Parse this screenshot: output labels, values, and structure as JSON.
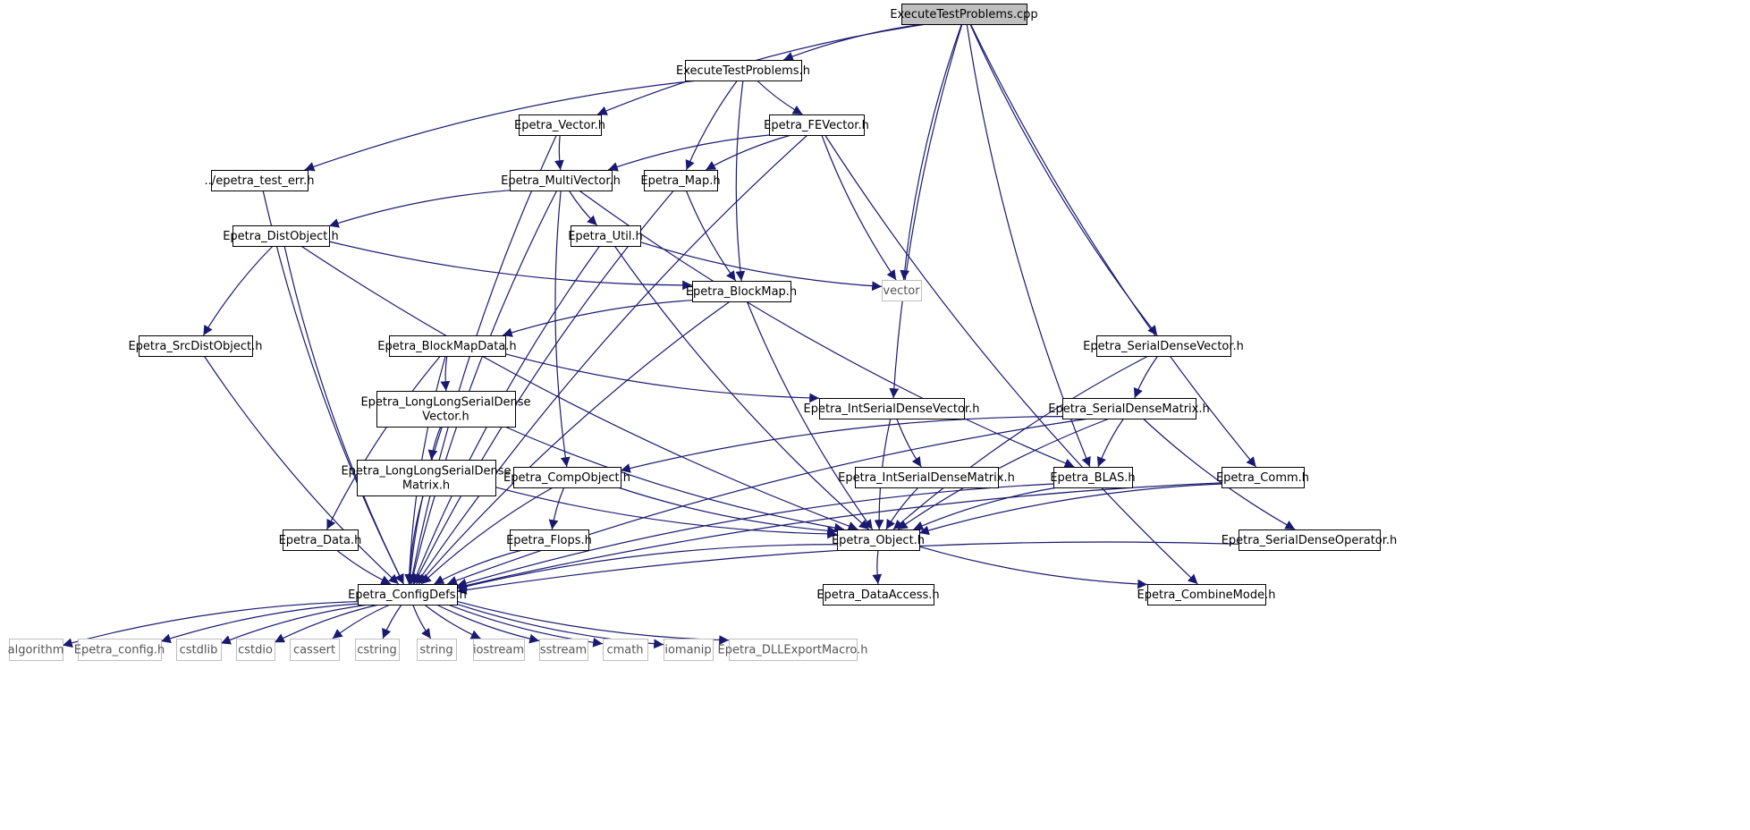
{
  "diagram": {
    "type": "include-dependency-graph",
    "colors": {
      "edge": "#191970",
      "root_fill": "#bfbfbf",
      "node_border": "#000000",
      "external_border": "#bfbfbf",
      "background": "#ffffff"
    },
    "nodes": [
      {
        "id": "root",
        "label": "ExecuteTestProblems.cpp",
        "kind": "root"
      },
      {
        "id": "etp",
        "label": "ExecuteTestProblems.h",
        "kind": "header"
      },
      {
        "id": "vec",
        "label": "Epetra_Vector.h",
        "kind": "header"
      },
      {
        "id": "fev",
        "label": "Epetra_FEVector.h",
        "kind": "header"
      },
      {
        "id": "err",
        "label": "../epetra_test_err.h",
        "kind": "header"
      },
      {
        "id": "mv",
        "label": "Epetra_MultiVector.h",
        "kind": "header"
      },
      {
        "id": "map",
        "label": "Epetra_Map.h",
        "kind": "header"
      },
      {
        "id": "dist",
        "label": "Epetra_DistObject.h",
        "kind": "header"
      },
      {
        "id": "util",
        "label": "Epetra_Util.h",
        "kind": "header"
      },
      {
        "id": "vector",
        "label": "vector",
        "kind": "external"
      },
      {
        "id": "bmap",
        "label": "Epetra_BlockMap.h",
        "kind": "header"
      },
      {
        "id": "src",
        "label": "Epetra_SrcDistObject.h",
        "kind": "header"
      },
      {
        "id": "bmd",
        "label": "Epetra_BlockMapData.h",
        "kind": "header"
      },
      {
        "id": "sdv",
        "label": "Epetra_SerialDenseVector.h",
        "kind": "header"
      },
      {
        "id": "llsdv",
        "label": "Epetra_LongLongSerialDense Vector.h",
        "kind": "header"
      },
      {
        "id": "isdv",
        "label": "Epetra_IntSerialDenseVector.h",
        "kind": "header"
      },
      {
        "id": "sdm",
        "label": "Epetra_SerialDenseMatrix.h",
        "kind": "header"
      },
      {
        "id": "llsdm",
        "label": "Epetra_LongLongSerialDense Matrix.h",
        "kind": "header"
      },
      {
        "id": "comp",
        "label": "Epetra_CompObject.h",
        "kind": "header"
      },
      {
        "id": "isdm",
        "label": "Epetra_IntSerialDenseMatrix.h",
        "kind": "header"
      },
      {
        "id": "blas",
        "label": "Epetra_BLAS.h",
        "kind": "header"
      },
      {
        "id": "comm",
        "label": "Epetra_Comm.h",
        "kind": "header"
      },
      {
        "id": "data",
        "label": "Epetra_Data.h",
        "kind": "header"
      },
      {
        "id": "flops",
        "label": "Epetra_Flops.h",
        "kind": "header"
      },
      {
        "id": "obj",
        "label": "Epetra_Object.h",
        "kind": "header"
      },
      {
        "id": "sdo",
        "label": "Epetra_SerialDenseOperator.h",
        "kind": "header"
      },
      {
        "id": "cfg",
        "label": "Epetra_ConfigDefs.h",
        "kind": "header"
      },
      {
        "id": "da",
        "label": "Epetra_DataAccess.h",
        "kind": "header"
      },
      {
        "id": "cm",
        "label": "Epetra_CombineMode.h",
        "kind": "header"
      },
      {
        "id": "algorithm",
        "label": "algorithm",
        "kind": "external"
      },
      {
        "id": "config",
        "label": "Epetra_config.h",
        "kind": "external"
      },
      {
        "id": "cstdlib",
        "label": "cstdlib",
        "kind": "external"
      },
      {
        "id": "cstdio",
        "label": "cstdio",
        "kind": "external"
      },
      {
        "id": "cassert",
        "label": "cassert",
        "kind": "external"
      },
      {
        "id": "cstring",
        "label": "cstring",
        "kind": "external"
      },
      {
        "id": "string",
        "label": "string",
        "kind": "external"
      },
      {
        "id": "iostream",
        "label": "iostream",
        "kind": "external"
      },
      {
        "id": "sstream",
        "label": "sstream",
        "kind": "external"
      },
      {
        "id": "cmath",
        "label": "cmath",
        "kind": "external"
      },
      {
        "id": "iomanip",
        "label": "iomanip",
        "kind": "external"
      },
      {
        "id": "dll",
        "label": "Epetra_DLLExportMacro.h",
        "kind": "external"
      }
    ],
    "edges": [
      [
        "root",
        "etp"
      ],
      [
        "root",
        "vec"
      ],
      [
        "root",
        "vector"
      ],
      [
        "root",
        "isdv"
      ],
      [
        "root",
        "blas"
      ],
      [
        "root",
        "sdv"
      ],
      [
        "root",
        "comm"
      ],
      [
        "etp",
        "err"
      ],
      [
        "etp",
        "map"
      ],
      [
        "etp",
        "fev"
      ],
      [
        "etp",
        "bmap"
      ],
      [
        "vec",
        "mv"
      ],
      [
        "vec",
        "cfg"
      ],
      [
        "fev",
        "mv"
      ],
      [
        "fev",
        "map"
      ],
      [
        "fev",
        "vector"
      ],
      [
        "fev",
        "cfg"
      ],
      [
        "fev",
        "cm"
      ],
      [
        "err",
        "cfg"
      ],
      [
        "mv",
        "dist"
      ],
      [
        "mv",
        "util"
      ],
      [
        "mv",
        "comp"
      ],
      [
        "mv",
        "blas"
      ],
      [
        "mv",
        "cfg"
      ],
      [
        "map",
        "bmap"
      ],
      [
        "map",
        "cfg"
      ],
      [
        "dist",
        "src"
      ],
      [
        "dist",
        "bmap"
      ],
      [
        "dist",
        "obj"
      ],
      [
        "dist",
        "cfg"
      ],
      [
        "util",
        "vector"
      ],
      [
        "util",
        "obj"
      ],
      [
        "util",
        "cfg"
      ],
      [
        "bmap",
        "bmd"
      ],
      [
        "bmap",
        "obj"
      ],
      [
        "bmap",
        "cfg"
      ],
      [
        "src",
        "cfg"
      ],
      [
        "bmd",
        "llsdv"
      ],
      [
        "bmd",
        "isdv"
      ],
      [
        "bmd",
        "data"
      ],
      [
        "bmd",
        "cfg"
      ],
      [
        "llsdv",
        "llsdm"
      ],
      [
        "llsdv",
        "obj"
      ],
      [
        "llsdv",
        "cfg"
      ],
      [
        "llsdm",
        "obj"
      ],
      [
        "llsdm",
        "cfg"
      ],
      [
        "isdv",
        "isdm"
      ],
      [
        "isdv",
        "obj"
      ],
      [
        "isdm",
        "obj"
      ],
      [
        "sdv",
        "sdm"
      ],
      [
        "sdv",
        "obj"
      ],
      [
        "sdm",
        "comp"
      ],
      [
        "sdm",
        "blas"
      ],
      [
        "sdm",
        "obj"
      ],
      [
        "sdm",
        "sdo"
      ],
      [
        "sdm",
        "cfg"
      ],
      [
        "comp",
        "flops"
      ],
      [
        "comp",
        "obj"
      ],
      [
        "comp",
        "cfg"
      ],
      [
        "blas",
        "obj"
      ],
      [
        "blas",
        "cfg"
      ],
      [
        "comm",
        "obj"
      ],
      [
        "comm",
        "cfg"
      ],
      [
        "data",
        "cfg"
      ],
      [
        "flops",
        "cfg"
      ],
      [
        "obj",
        "cfg"
      ],
      [
        "obj",
        "da"
      ],
      [
        "obj",
        "cm"
      ],
      [
        "sdo",
        "cfg"
      ],
      [
        "cfg",
        "algorithm"
      ],
      [
        "cfg",
        "config"
      ],
      [
        "cfg",
        "cstdlib"
      ],
      [
        "cfg",
        "cstdio"
      ],
      [
        "cfg",
        "cassert"
      ],
      [
        "cfg",
        "cstring"
      ],
      [
        "cfg",
        "string"
      ],
      [
        "cfg",
        "iostream"
      ],
      [
        "cfg",
        "sstream"
      ],
      [
        "cfg",
        "cmath"
      ],
      [
        "cfg",
        "iomanip"
      ],
      [
        "cfg",
        "dll"
      ]
    ]
  }
}
